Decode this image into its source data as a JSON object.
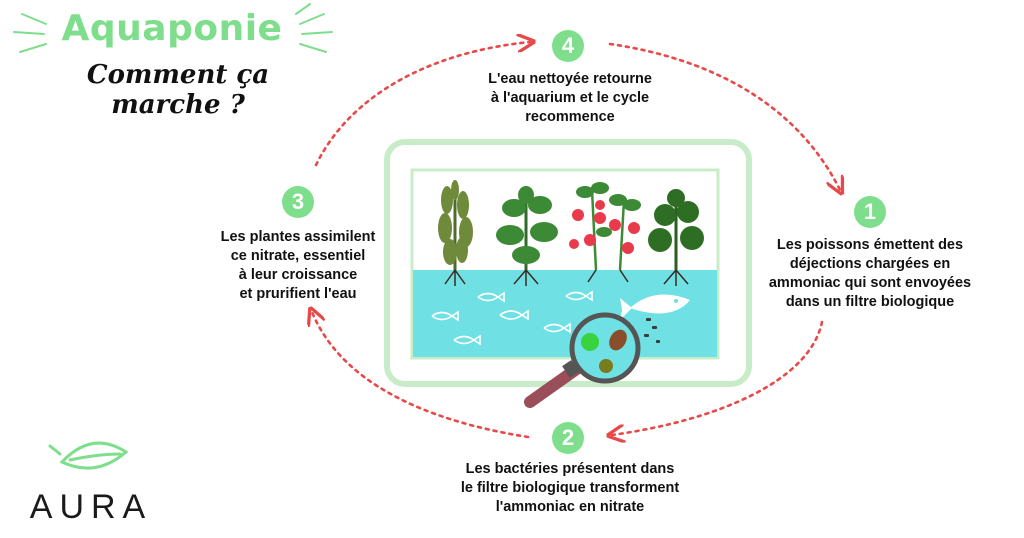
{
  "header": {
    "title": "Aquaponie",
    "subtitle": "Comment ça marche ?"
  },
  "steps": [
    {
      "number": "1",
      "text": [
        "Les poissons émettent des",
        "déjections chargées en",
        "ammoniac qui sont envoyées",
        "dans un filtre biologique"
      ]
    },
    {
      "number": "2",
      "text": [
        "Les bactéries présentent dans",
        "le filtre biologique transforment",
        "l'ammoniac en nitrate"
      ]
    },
    {
      "number": "3",
      "text": [
        "Les plantes assimilent",
        "ce nitrate, essentiel",
        "à leur croissance",
        "et prurifient l'eau"
      ]
    },
    {
      "number": "4",
      "text": [
        "L'eau nettoyée retourne",
        "à l'aquarium et le cycle",
        "recommence"
      ]
    }
  ],
  "brand": {
    "name": "AURA"
  },
  "colors": {
    "accent_green": "#7ede8c",
    "water": "#6fe0e4",
    "arrow_red": "#e84848",
    "frame": "#c9ecc8"
  }
}
